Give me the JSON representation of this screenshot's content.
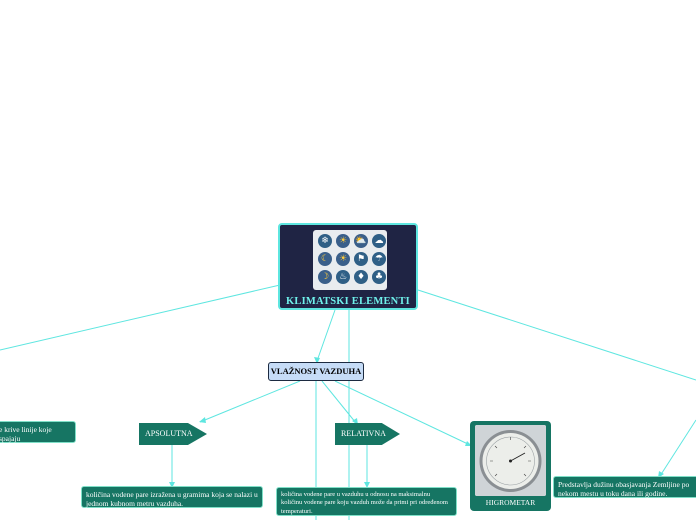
{
  "central": {
    "title": "KLIMATSKI ELEMENTI",
    "icons": [
      "snowflake-icon",
      "sun-cloud-icon",
      "sun-cloud-icon",
      "cloud-icon",
      "moon-icon",
      "sun-icon",
      "flag-icon",
      "rain-icon",
      "moon-icon",
      "thermometer-icon",
      "hot-air-balloon-icon",
      "tree-icon"
    ]
  },
  "humidity": {
    "label": "VLAŽNOST VAZDUHA"
  },
  "absolute": {
    "label": "APSOLUTNA",
    "description": "količina vodene pare izražena u gramima koja se nalazi u jednom kubnom metru vazduha."
  },
  "relative": {
    "label": "RELATIVNA",
    "description": "količina vodene pare u vazduhu u odnosu na maksimalnu količinu vodene pare koju vazduh može da primi pri određenom temperaturi."
  },
  "hygrometer": {
    "label": "HIGROMETAR"
  },
  "left_note": {
    "text": "e krive linije koje spajaju\nnim pritiskom."
  },
  "right_note": {
    "text": "Predstavlja dužinu obasjavanja Zemljine po\nnekom mestu u toku dana ili godine."
  },
  "colors": {
    "node": "#167563",
    "link": "#5ee6e0",
    "central_bg": "#1f2444",
    "humidity_bg": "#c6dcf7"
  }
}
